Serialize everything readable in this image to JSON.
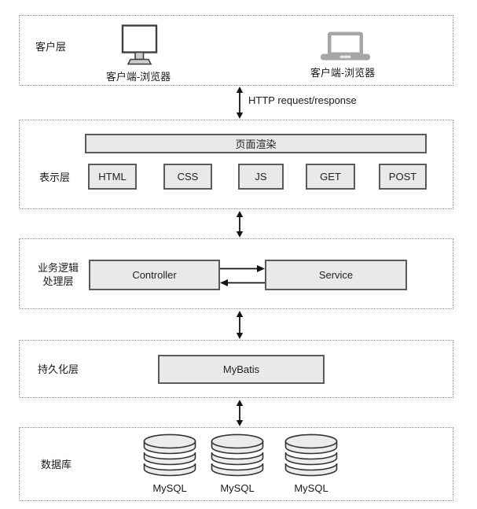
{
  "title": "Web application layered architecture diagram",
  "colors": {
    "box_fill": "#e9e9e9",
    "box_border": "#5a5a5a",
    "layer_outline": "#8f8f8f",
    "arrow": "#141414",
    "device_gray": "#a6a6a6",
    "monitor_stroke": "#3f3f3f",
    "db_fill": "#ececec",
    "db_stroke": "#333333"
  },
  "icons": {
    "monitor": "desktop-monitor",
    "laptop": "laptop-computer",
    "database": "database-cylinder-stack",
    "connector": "vertical-double-headed-arrow",
    "flow_right": "right-arrow",
    "flow_left": "left-arrow"
  },
  "layers": {
    "client": {
      "label": "客户层",
      "device1_label": "客户端-浏览器",
      "device2_label": "客户端-浏览器"
    },
    "http": {
      "label": "HTTP request/response"
    },
    "presentation": {
      "label": "表示层",
      "render_label": "页面渲染",
      "items": [
        "HTML",
        "CSS",
        "JS",
        "GET",
        "POST"
      ]
    },
    "business": {
      "label_line1": "业务逻辑",
      "label_line2": "处理层",
      "controller_label": "Controller",
      "service_label": "Service"
    },
    "persistence": {
      "label": "持久化层",
      "box_label": "MyBatis"
    },
    "database": {
      "label": "数据库",
      "items": [
        "MySQL",
        "MySQL",
        "MySQL"
      ]
    }
  }
}
